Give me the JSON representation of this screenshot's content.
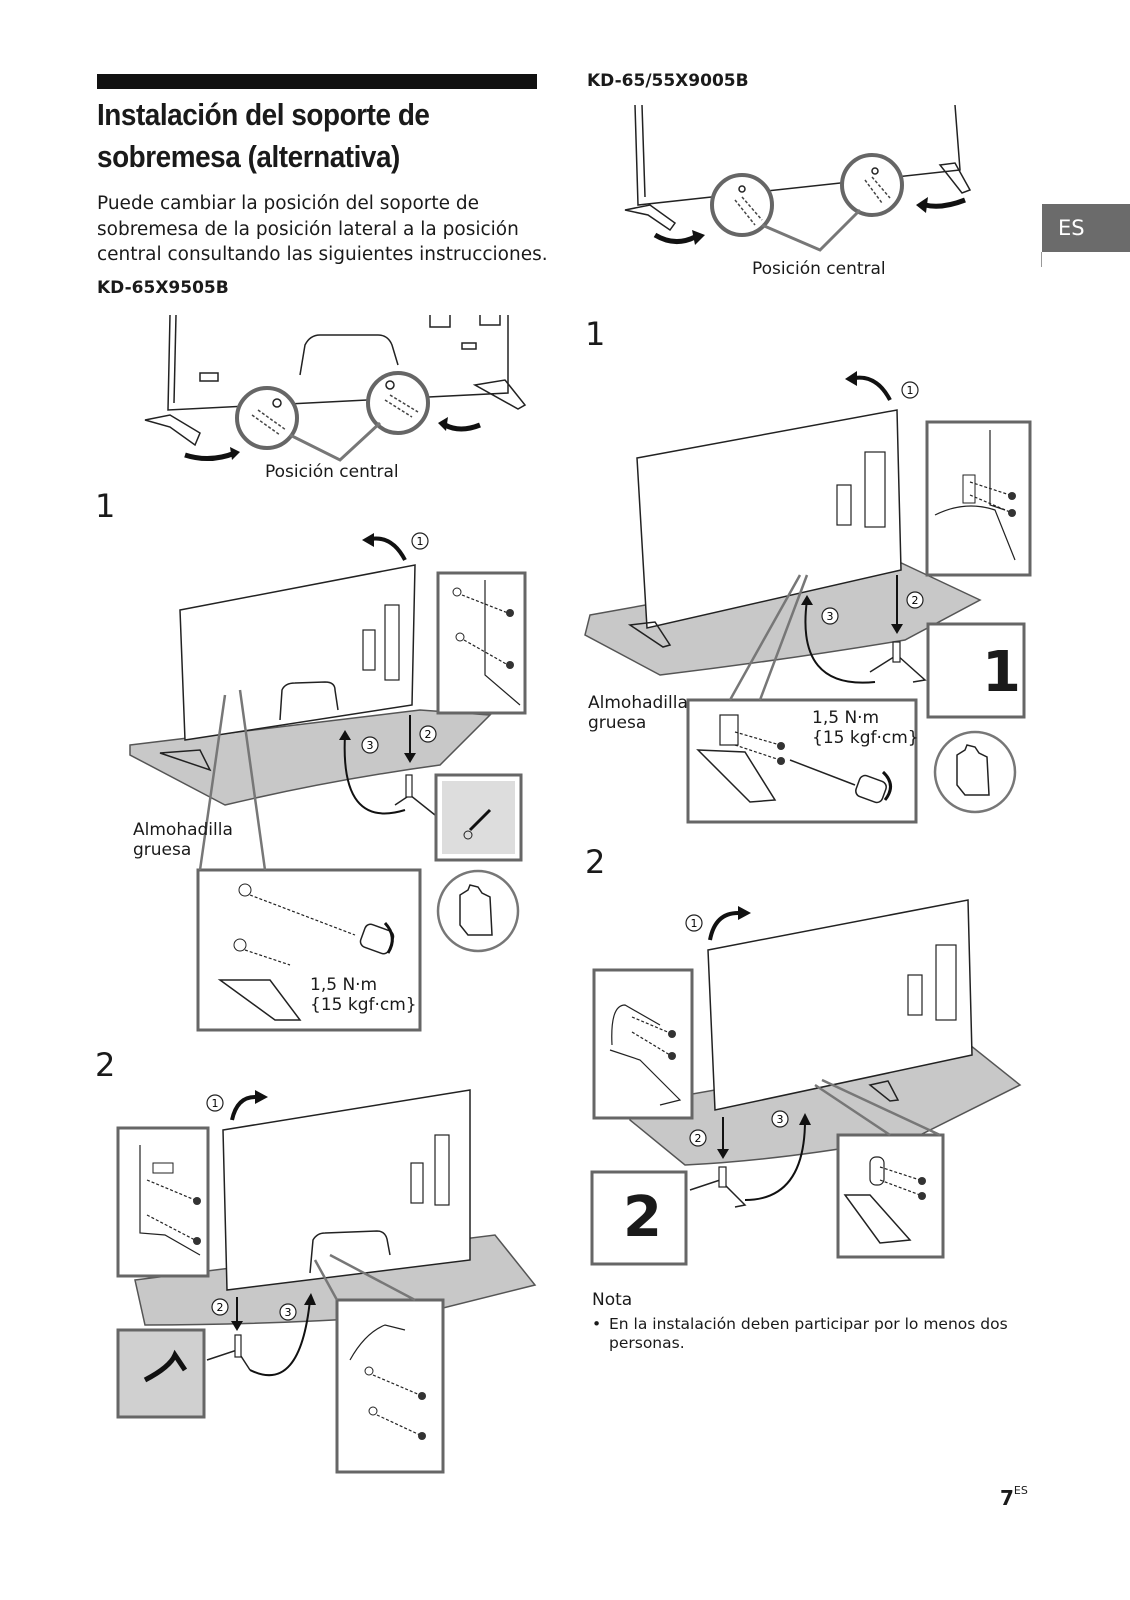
{
  "header": {
    "title_line1": "Instalación del soporte de",
    "title_line2": "sobremesa (alternativa)",
    "intro": "Puede cambiar la posición del soporte de sobremesa de la posición lateral a la posición central consultando las siguientes instrucciones."
  },
  "language_tab": "ES",
  "left_column": {
    "model": "KD-65X9505B",
    "overview_caption": "Posición central",
    "step1": {
      "number": "1",
      "callout_rotate": "1",
      "callout_lower": "2",
      "callout_raise": "3",
      "pad_label_line1": "Almohadilla",
      "pad_label_line2": "gruesa",
      "torque_line1": "1,5 N·m",
      "torque_line2": "{15 kgf·cm}"
    },
    "step2": {
      "number": "2",
      "callout_rotate": "1",
      "callout_lower": "2",
      "callout_raise": "3"
    }
  },
  "right_column": {
    "model": "KD-65/55X9005B",
    "overview_caption": "Posición central",
    "step1": {
      "number": "1",
      "callout_rotate": "1",
      "callout_lower": "2",
      "callout_raise": "3",
      "big_number": "1",
      "pad_label_line1": "Almohadilla",
      "pad_label_line2": "gruesa",
      "torque_line1": "1,5 N·m",
      "torque_line2": "{15 kgf·cm}"
    },
    "step2": {
      "number": "2",
      "callout_rotate": "1",
      "callout_lower": "2",
      "callout_raise": "3",
      "big_number": "2"
    }
  },
  "note": {
    "heading": "Nota",
    "items": [
      "En la instalación deben participar por lo menos dos personas."
    ]
  },
  "footer": {
    "page_number": "7",
    "page_suffix": "ES"
  }
}
